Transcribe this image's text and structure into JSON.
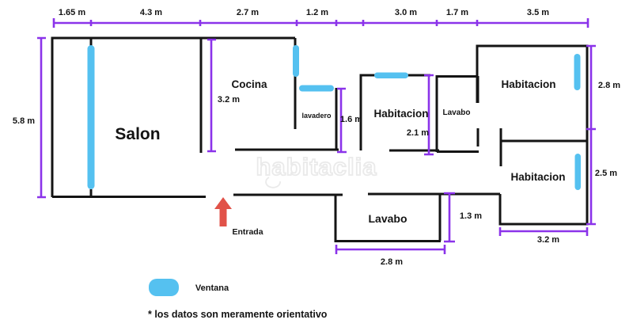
{
  "colors": {
    "wall": "#141414",
    "dimension_line": "#8B33EA",
    "window": "#55C1F0",
    "entrance_arrow": "#E15249",
    "watermark": "#EAEAEA"
  },
  "watermark_text": "habitaclia",
  "top_dimensions": [
    "1.65 m",
    "4.3 m",
    "2.7 m",
    "1.2 m",
    "3.0 m",
    "1.7 m",
    "3.5 m"
  ],
  "side_dimensions": {
    "salon_height": "5.8 m",
    "cocina_height": "3.2 m",
    "lavadero_height": "1.6 m",
    "habitacion_center_height": "2.1 m",
    "habitacion_top_right_height": "2.8 m",
    "habitacion_bottom_right_height": "2.5 m",
    "habitacion_bottom_right_width": "3.2 m",
    "lavabo_bottom_height": "1.3 m",
    "lavabo_bottom_width": "2.8 m"
  },
  "rooms": {
    "salon": "Salon",
    "cocina": "Cocina",
    "lavadero": "lavadero",
    "habitacion_center": "Habitacion",
    "lavabo_upper": "Lavabo",
    "habitacion_top_right": "Habitacion",
    "habitacion_bottom_right": "Habitacion",
    "lavabo_bottom": "Lavabo"
  },
  "entrance_label": "Entrada",
  "legend": {
    "window": "Ventana"
  },
  "footnote": "* los datos son meramente orientativo"
}
